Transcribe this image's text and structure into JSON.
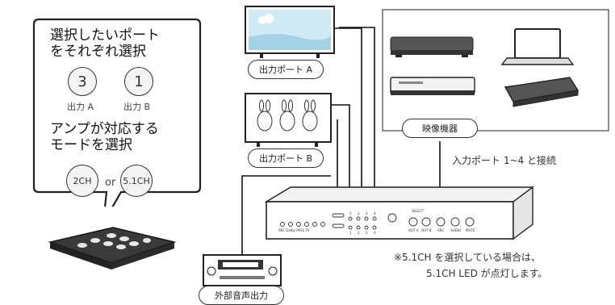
{
  "bubble": {
    "line1": "選択したいポート",
    "line2": "をそれぞれ選択",
    "port_a_value": "3",
    "port_b_value": "1",
    "port_a_label": "出力 A",
    "port_b_label": "出力 B",
    "line3": "アンプが対応する",
    "line4": "モードを選択",
    "mode_2ch": "2CH",
    "mode_or": "or",
    "mode_51ch": "5.1CH"
  },
  "labels": {
    "output_a": "出力ポート A",
    "output_b": "出力ポート B",
    "video_devices": "映像機器",
    "input_ports": "入力ポート 1~4 と接続",
    "external_audio": "外部音声出力"
  },
  "device_panel": {
    "left_group": "ARC  Dolby  PASS  TV",
    "select_label": "SELECT",
    "outputs": [
      "OUT A",
      "OUT B",
      "ARC",
      "AUDIO",
      "MUTE"
    ],
    "port_numbers_top": [
      "1",
      "2",
      "3",
      "4"
    ],
    "port_numbers_bottom": [
      "1",
      "2",
      "3",
      "4"
    ]
  },
  "note": {
    "line1": "※5.1CH を選択している場合は、",
    "line2": "5.1CH LED が点灯します。"
  }
}
